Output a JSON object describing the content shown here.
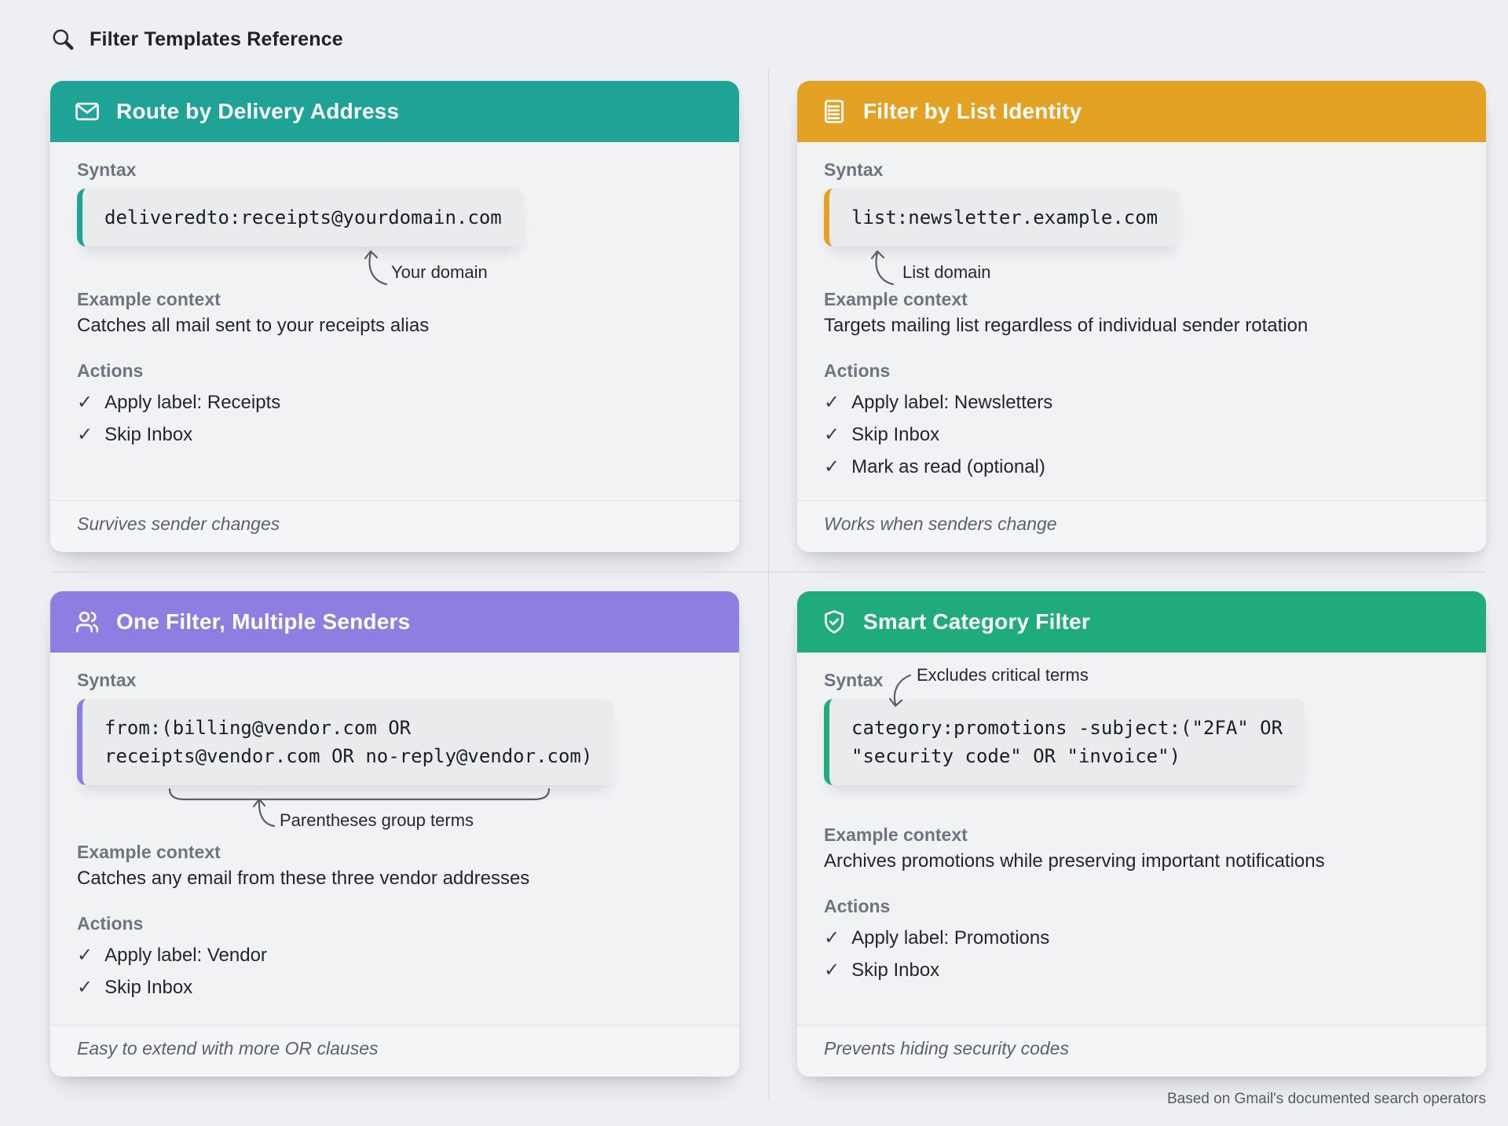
{
  "page": {
    "title": "Filter Templates Reference",
    "footnote": "Based on Gmail's documented search operators"
  },
  "labels": {
    "syntax": "Syntax",
    "example_context": "Example context",
    "actions": "Actions",
    "check": "✓"
  },
  "cards": [
    {
      "title": "Route by Delivery Address",
      "icon": "envelope-icon",
      "accent": "#20A397",
      "code": "deliveredto:receipts@yourdomain.com",
      "annotation": "Your domain",
      "context": "Catches all mail sent to your receipts alias",
      "actions": [
        "Apply label: Receipts",
        "Skip Inbox"
      ],
      "footer": "Survives sender changes"
    },
    {
      "title": "Filter by List Identity",
      "icon": "list-icon",
      "accent": "#E4A224",
      "code": "list:newsletter.example.com",
      "annotation": "List domain",
      "context": "Targets mailing list regardless of individual sender rotation",
      "actions": [
        "Apply label: Newsletters",
        "Skip Inbox",
        "Mark as read (optional)"
      ],
      "footer": "Works when senders change"
    },
    {
      "title": "One Filter, Multiple Senders",
      "icon": "users-icon",
      "accent": "#8F7EE2",
      "code": "from:(billing@vendor.com OR\nreceipts@vendor.com OR no-reply@vendor.com)",
      "annotation": "Parentheses group terms",
      "context": "Catches any email from these three vendor addresses",
      "actions": [
        "Apply label: Vendor",
        "Skip Inbox"
      ],
      "footer": "Easy to extend with more OR clauses"
    },
    {
      "title": "Smart Category Filter",
      "icon": "shield-check-icon",
      "accent": "#1FAB7B",
      "code": "category:promotions -subject:(\"2FA\" OR\n\"security code\" OR \"invoice\")",
      "annotation": "Excludes critical terms",
      "context": "Archives promotions while preserving important notifications",
      "actions": [
        "Apply label: Promotions",
        "Skip Inbox"
      ],
      "footer": "Prevents hiding security codes"
    }
  ]
}
